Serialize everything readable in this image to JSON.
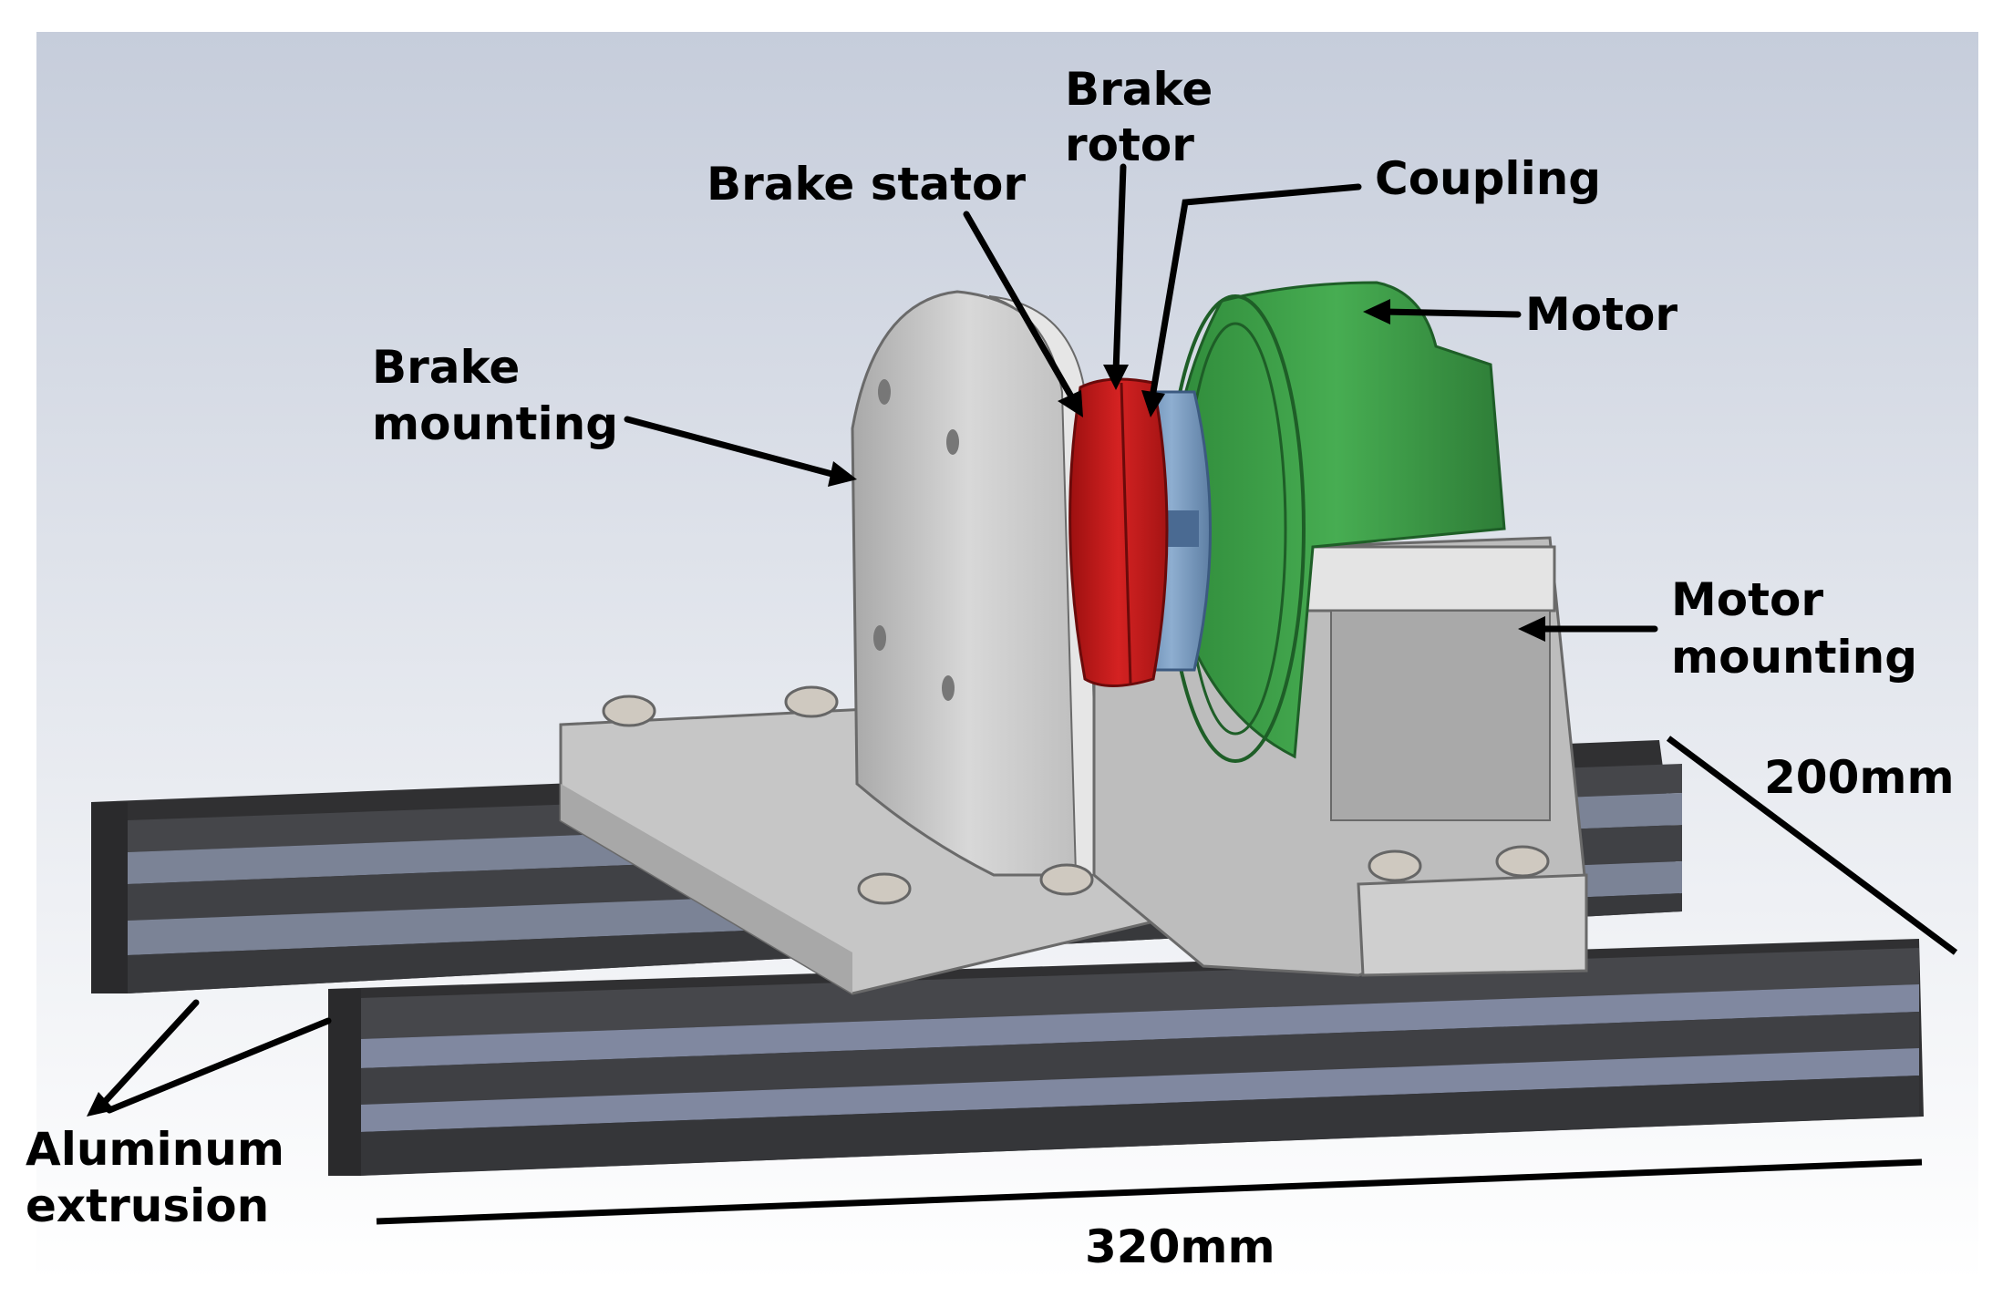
{
  "labels": {
    "brake_rotor_1": "Brake",
    "brake_rotor_2": "rotor",
    "brake_stator": "Brake stator",
    "coupling": "Coupling",
    "motor": "Motor",
    "brake_mounting_1": "Brake",
    "brake_mounting_2": "mounting",
    "motor_mounting_1": "Motor",
    "motor_mounting_2": "mounting",
    "aluminum_1": "Aluminum",
    "aluminum_2": "extrusion",
    "width_dim": "200mm",
    "length_dim": "320mm"
  },
  "colors": {
    "background_top": "#c9d0de",
    "background_bottom": "#ffffff",
    "extrusion": "#3c3c3e",
    "extrusion_slot": "#7a8294",
    "mount_gray": "#c8c8c8",
    "stator_red": "#c01818",
    "coupling_blue": "#6f8fb3",
    "motor_green": "#3a9a45"
  }
}
